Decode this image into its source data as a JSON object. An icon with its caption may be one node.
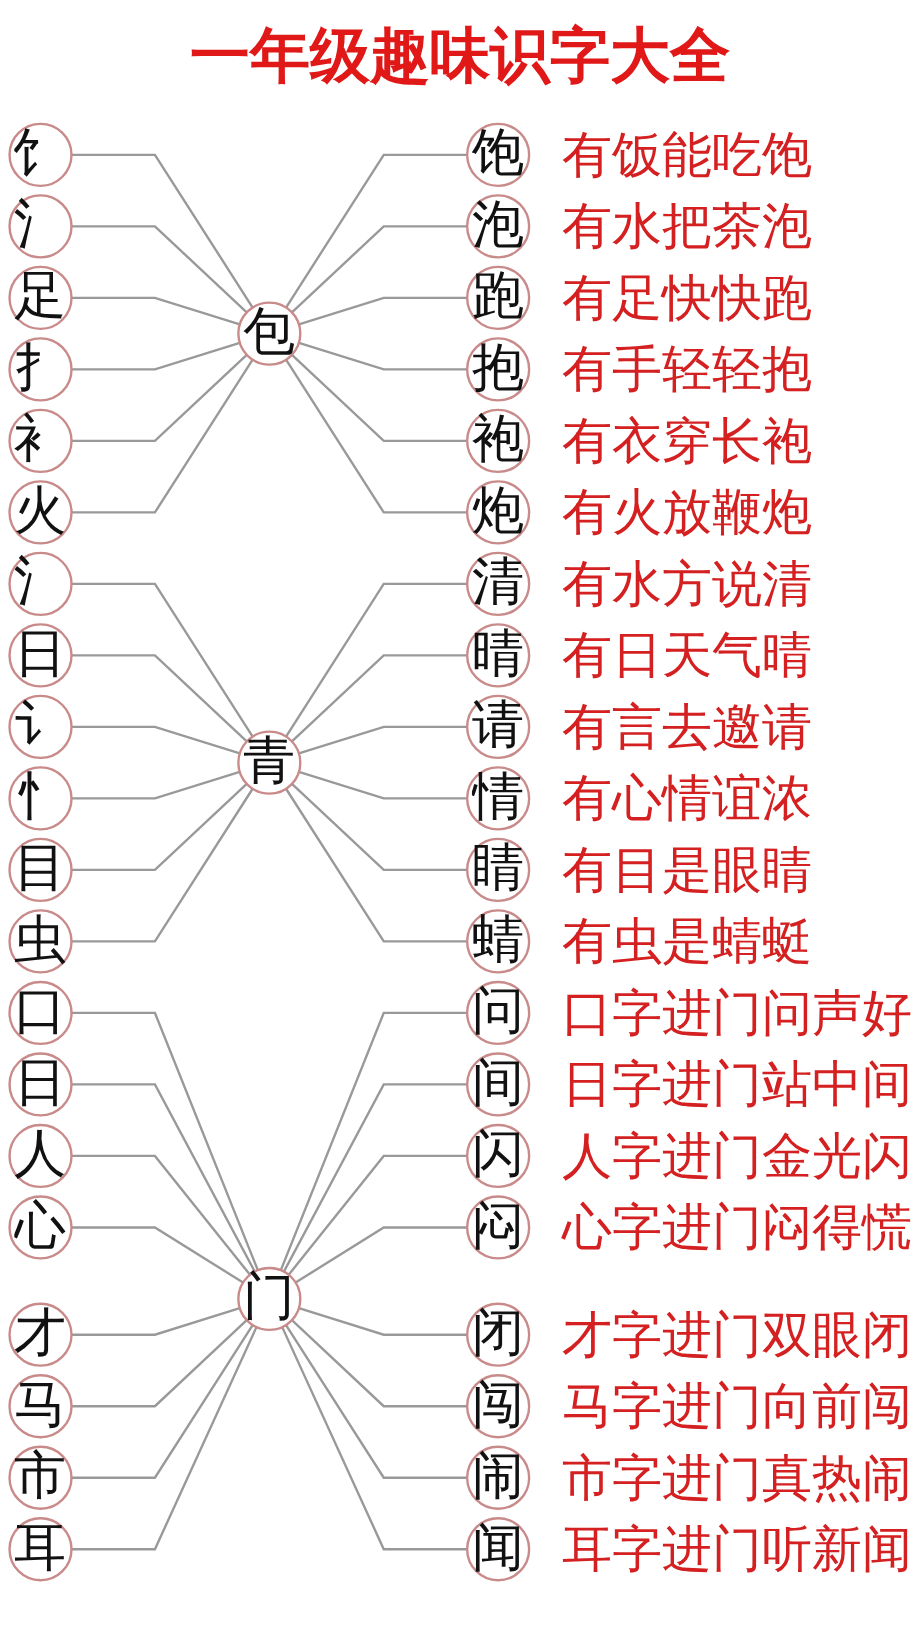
{
  "diagram": {
    "title": "一年级趣味识字大全",
    "nodes": [
      {
        "text": [
          "饣"
        ]
      },
      {
        "text": [
          "氵"
        ]
      },
      {
        "text": [
          "足"
        ]
      },
      {
        "text": [
          "扌"
        ]
      },
      {
        "text": [
          "衤"
        ]
      },
      {
        "text": [
          "火"
        ]
      },
      {
        "text": [
          "包"
        ]
      },
      {
        "text": [
          "饱"
        ],
        "beside": [
          "有饭能吃饱"
        ]
      },
      {
        "text": [
          "泡"
        ],
        "beside": [
          "有水把茶泡"
        ]
      },
      {
        "text": [
          "跑"
        ],
        "beside": [
          "有足快快跑"
        ]
      },
      {
        "text": [
          "抱"
        ],
        "beside": [
          "有手轻轻抱"
        ]
      },
      {
        "text": [
          "袍"
        ],
        "beside": [
          "有衣穿长袍"
        ]
      },
      {
        "text": [
          "炮"
        ],
        "beside": [
          "有火放鞭炮"
        ]
      },
      {
        "text": [
          "氵"
        ]
      },
      {
        "text": [
          "日"
        ]
      },
      {
        "text": [
          "讠"
        ]
      },
      {
        "text": [
          "忄"
        ]
      },
      {
        "text": [
          "目"
        ]
      },
      {
        "text": [
          "虫"
        ]
      },
      {
        "text": [
          "青"
        ]
      },
      {
        "text": [
          "清"
        ],
        "beside": [
          "有水方说清"
        ]
      },
      {
        "text": [
          "晴"
        ],
        "beside": [
          "有日天气晴"
        ]
      },
      {
        "text": [
          "请"
        ],
        "beside": [
          "有言去邀请"
        ]
      },
      {
        "text": [
          "情"
        ],
        "beside": [
          "有心情谊浓"
        ]
      },
      {
        "text": [
          "睛"
        ],
        "beside": [
          "有目是眼睛"
        ]
      },
      {
        "text": [
          "蜻"
        ],
        "beside": [
          "有虫是蜻蜓"
        ]
      },
      {
        "text": [
          "口"
        ]
      },
      {
        "text": [
          "日"
        ]
      },
      {
        "text": [
          "人"
        ]
      },
      {
        "text": [
          "心"
        ]
      },
      {
        "text": [
          "才"
        ]
      },
      {
        "text": [
          "马"
        ]
      },
      {
        "text": [
          "市"
        ]
      },
      {
        "text": [
          "耳"
        ]
      },
      {
        "text": [
          "门"
        ]
      },
      {
        "text": [
          "问"
        ],
        "beside": [
          "口字进门问声好"
        ]
      },
      {
        "text": [
          "间"
        ],
        "beside": [
          "日字进门站中间"
        ]
      },
      {
        "text": [
          "闪"
        ],
        "beside": [
          "人字进门金光闪"
        ]
      },
      {
        "text": [
          "闷"
        ],
        "beside": [
          "心字进门闷得慌"
        ]
      },
      {
        "text": [
          "闭"
        ],
        "beside": [
          "才字进门双眼闭"
        ]
      },
      {
        "text": [
          "闯"
        ],
        "beside": [
          "马字进门向前闯"
        ]
      },
      {
        "text": [
          "闹"
        ],
        "beside": [
          "市字进门真热闹"
        ]
      },
      {
        "text": [
          "闻"
        ],
        "beside": [
          "耳字进门听新闻"
        ]
      }
    ],
    "edges": [
      {
        "from": 0,
        "to": 6,
        "arrow": "none"
      },
      {
        "from": 1,
        "to": 6,
        "arrow": "none"
      },
      {
        "from": 2,
        "to": 6,
        "arrow": "none"
      },
      {
        "from": 3,
        "to": 6,
        "arrow": "none"
      },
      {
        "from": 4,
        "to": 6,
        "arrow": "none"
      },
      {
        "from": 5,
        "to": 6,
        "arrow": "none"
      },
      {
        "from": 6,
        "to": 7,
        "arrow": "none"
      },
      {
        "from": 6,
        "to": 8,
        "arrow": "none"
      },
      {
        "from": 6,
        "to": 9,
        "arrow": "none"
      },
      {
        "from": 6,
        "to": 10,
        "arrow": "none"
      },
      {
        "from": 6,
        "to": 11,
        "arrow": "none"
      },
      {
        "from": 6,
        "to": 12,
        "arrow": "none"
      },
      {
        "from": 13,
        "to": 19,
        "arrow": "none"
      },
      {
        "from": 14,
        "to": 19,
        "arrow": "none"
      },
      {
        "from": 15,
        "to": 19,
        "arrow": "none"
      },
      {
        "from": 16,
        "to": 19,
        "arrow": "none"
      },
      {
        "from": 17,
        "to": 19,
        "arrow": "none"
      },
      {
        "from": 18,
        "to": 19,
        "arrow": "none"
      },
      {
        "from": 19,
        "to": 20,
        "arrow": "none"
      },
      {
        "from": 19,
        "to": 21,
        "arrow": "none"
      },
      {
        "from": 19,
        "to": 22,
        "arrow": "none"
      },
      {
        "from": 19,
        "to": 23,
        "arrow": "none"
      },
      {
        "from": 19,
        "to": 24,
        "arrow": "none"
      },
      {
        "from": 19,
        "to": 25,
        "arrow": "none"
      },
      {
        "from": 26,
        "to": 34,
        "arrow": "none"
      },
      {
        "from": 27,
        "to": 34,
        "arrow": "none"
      },
      {
        "from": 28,
        "to": 34,
        "arrow": "none"
      },
      {
        "from": 29,
        "to": 34,
        "arrow": "none"
      },
      {
        "from": 30,
        "to": 34,
        "arrow": "none"
      },
      {
        "from": 31,
        "to": 34,
        "arrow": "none"
      },
      {
        "from": 32,
        "to": 34,
        "arrow": "none"
      },
      {
        "from": 33,
        "to": 34,
        "arrow": "none"
      },
      {
        "from": 34,
        "to": 35,
        "arrow": "none"
      },
      {
        "from": 34,
        "to": 36,
        "arrow": "none"
      },
      {
        "from": 34,
        "to": 37,
        "arrow": "none"
      },
      {
        "from": 34,
        "to": 38,
        "arrow": "none"
      },
      {
        "from": 34,
        "to": 39,
        "arrow": "none"
      },
      {
        "from": 34,
        "to": 40,
        "arrow": "none"
      },
      {
        "from": 34,
        "to": 41,
        "arrow": "none"
      },
      {
        "from": 34,
        "to": 42,
        "arrow": "none"
      }
    ]
  }
}
